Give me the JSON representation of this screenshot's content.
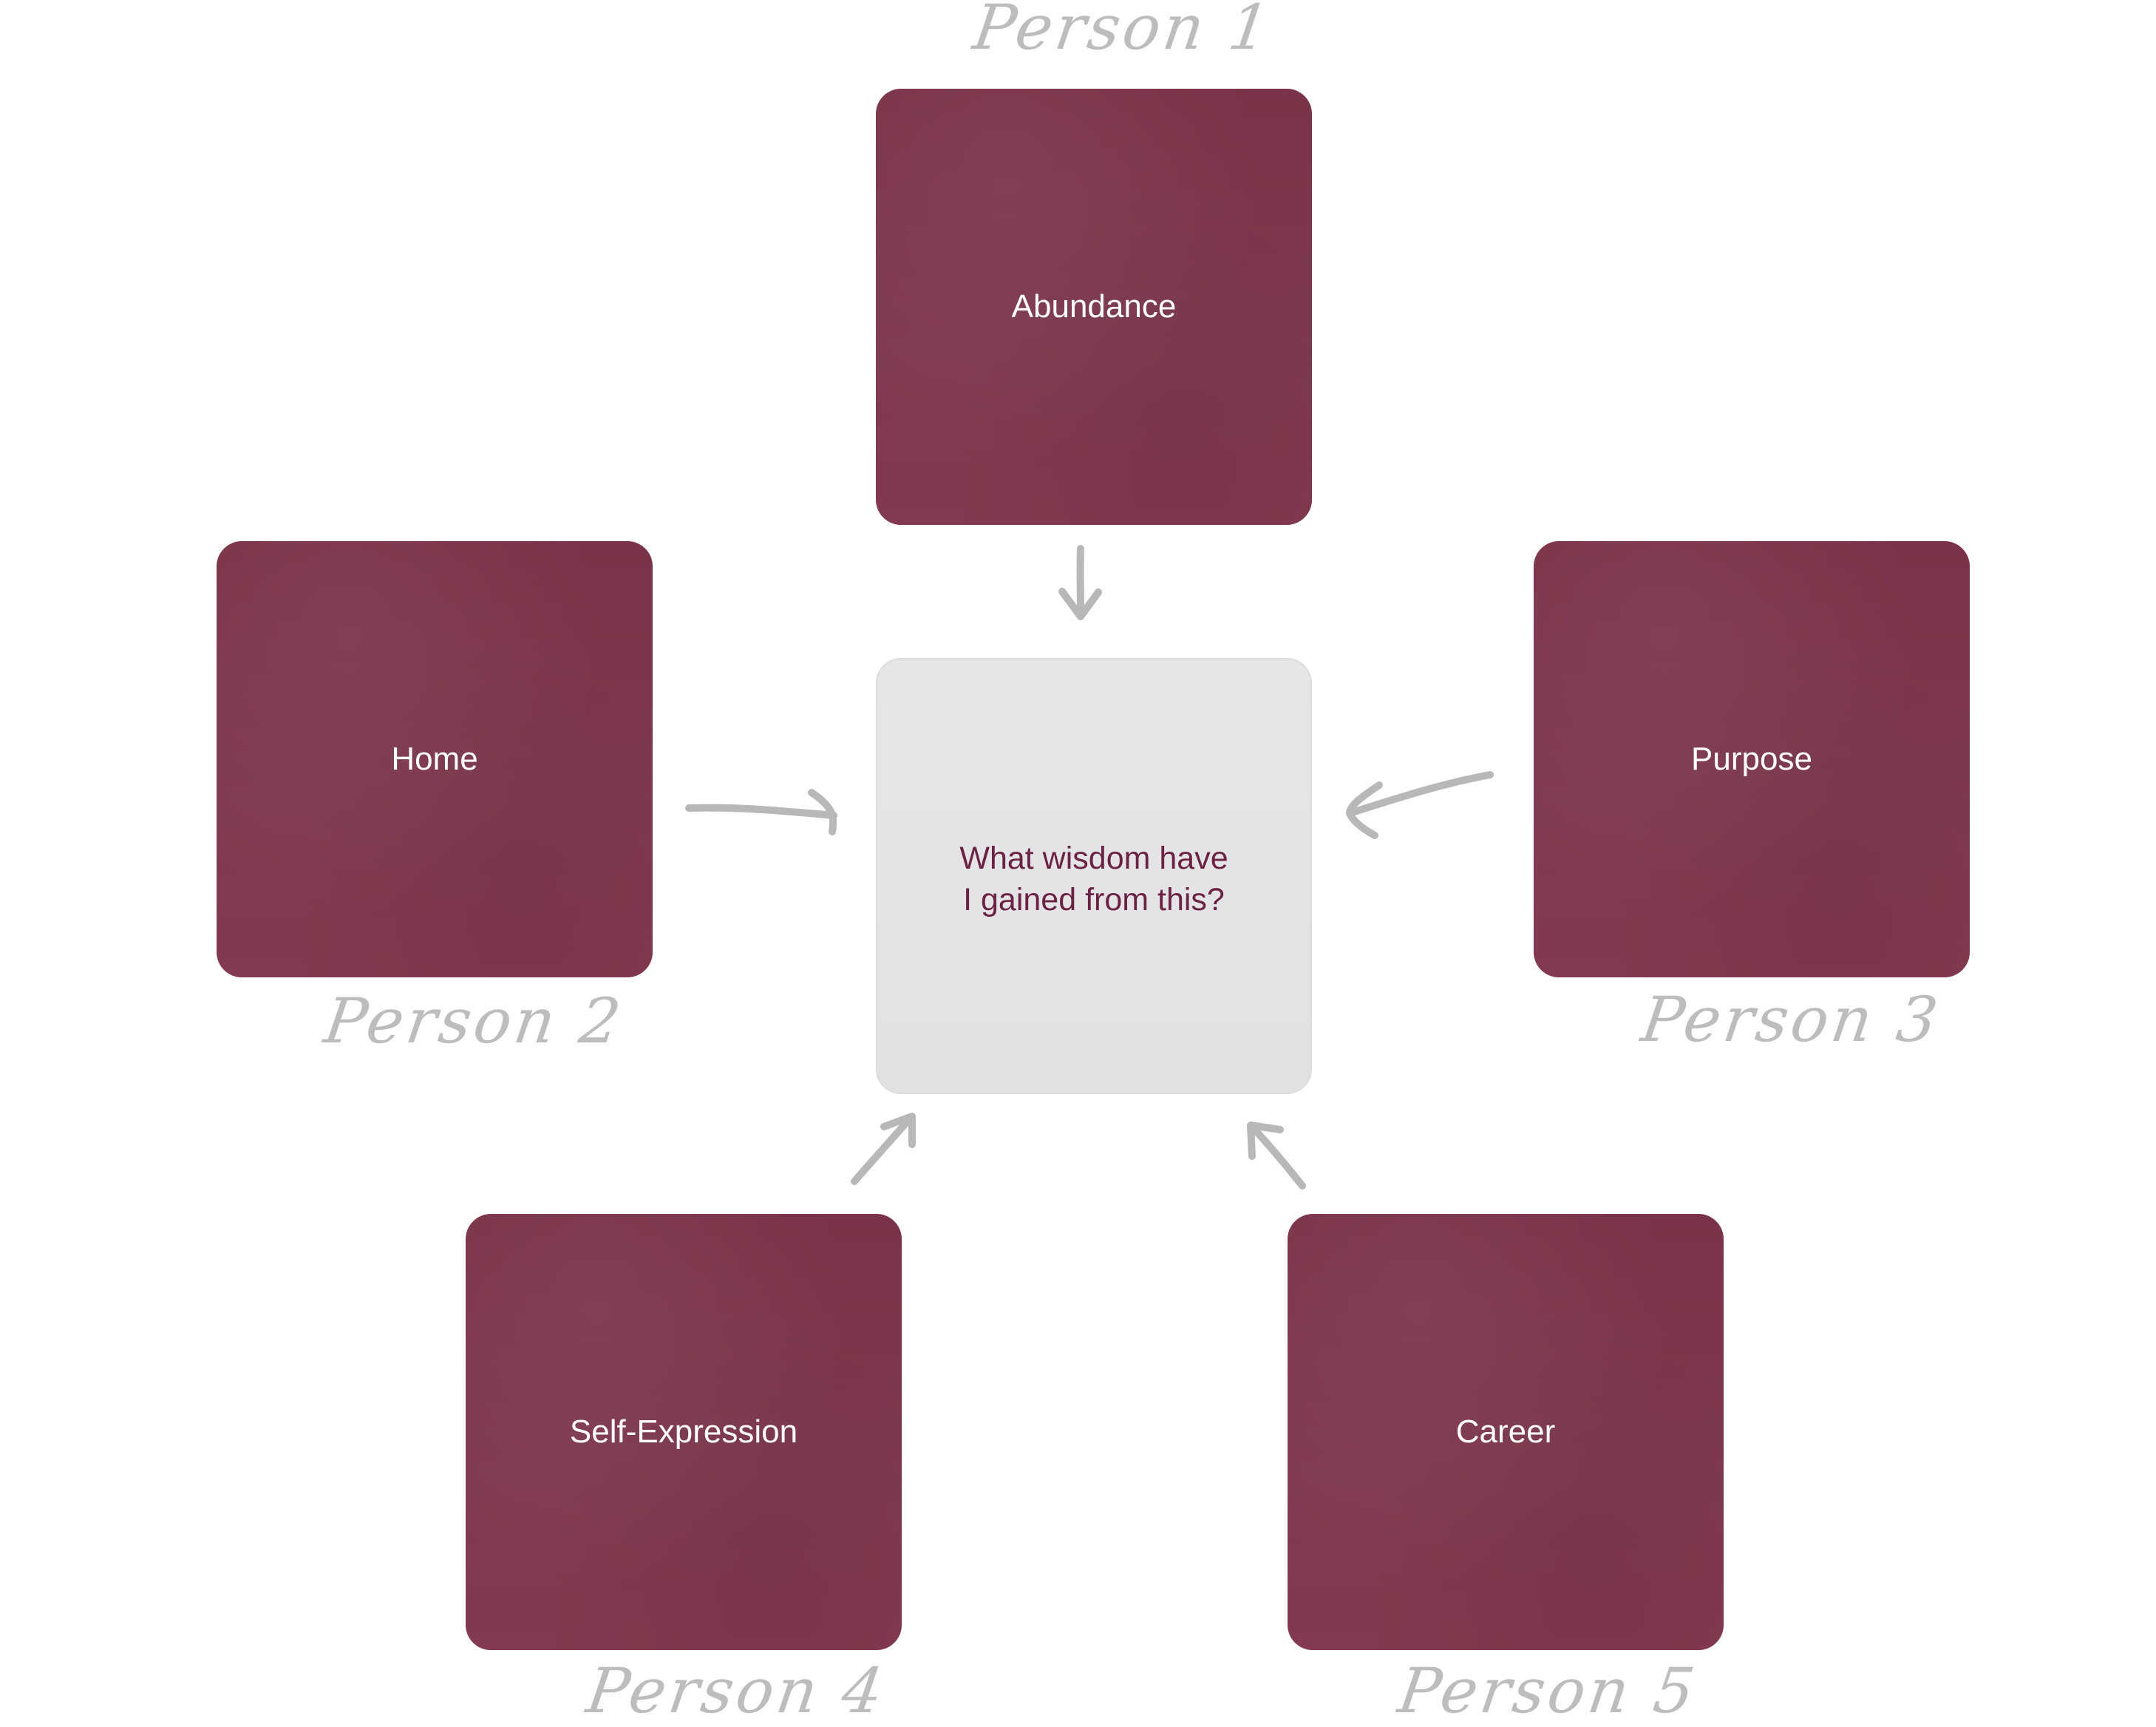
{
  "center_card": {
    "line1": "What wisdom have",
    "line2": "I gained from this?"
  },
  "cards": [
    {
      "label": "Abundance",
      "person": "Person 1"
    },
    {
      "label": "Home",
      "person": "Person 2"
    },
    {
      "label": "Purpose",
      "person": "Person 3"
    },
    {
      "label": "Self-Expression",
      "person": "Person 4"
    },
    {
      "label": "Career",
      "person": "Person 5"
    }
  ],
  "colors": {
    "card_maroon": "#7c364b",
    "center_card_bg": "#e4e3e5",
    "center_text": "#6b2244",
    "person_label": "#bdbdbd",
    "arrow": "#b8b8b8"
  }
}
